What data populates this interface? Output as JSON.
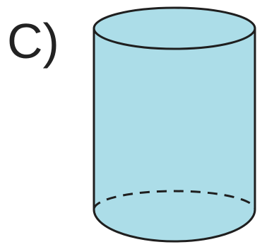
{
  "label": "C)",
  "shape": {
    "name": "cylinder",
    "fill_color": "#acdde8",
    "stroke_color": "#1f1f1f",
    "hidden_edge_style": "dashed"
  }
}
